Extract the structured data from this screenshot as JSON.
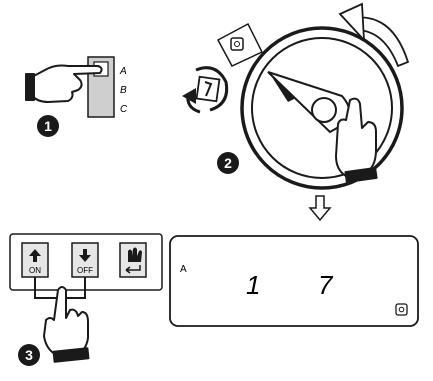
{
  "steps": {
    "one": "1",
    "two": "2",
    "three": "3"
  },
  "switch_positions": [
    "A",
    "B",
    "C"
  ],
  "buttons": {
    "on_label": "ON",
    "off_label": "OFF"
  },
  "display": {
    "program": "A",
    "left_digit": "1",
    "right_digit": "7"
  },
  "icons": {
    "calendar_badge_dial": "calendar-icon",
    "calendar_badge_side": "calendar-icon",
    "calendar_badge_display": "calendar-icon",
    "rotate_arrow": "curved-arrow-icon",
    "down_arrow": "down-arrow-icon",
    "enter_button": "hand-enter-icon"
  },
  "colors": {
    "ink": "#1a1a1a",
    "panel_fill": "#e6e6e6",
    "switch_fill": "#cfcfcf"
  }
}
